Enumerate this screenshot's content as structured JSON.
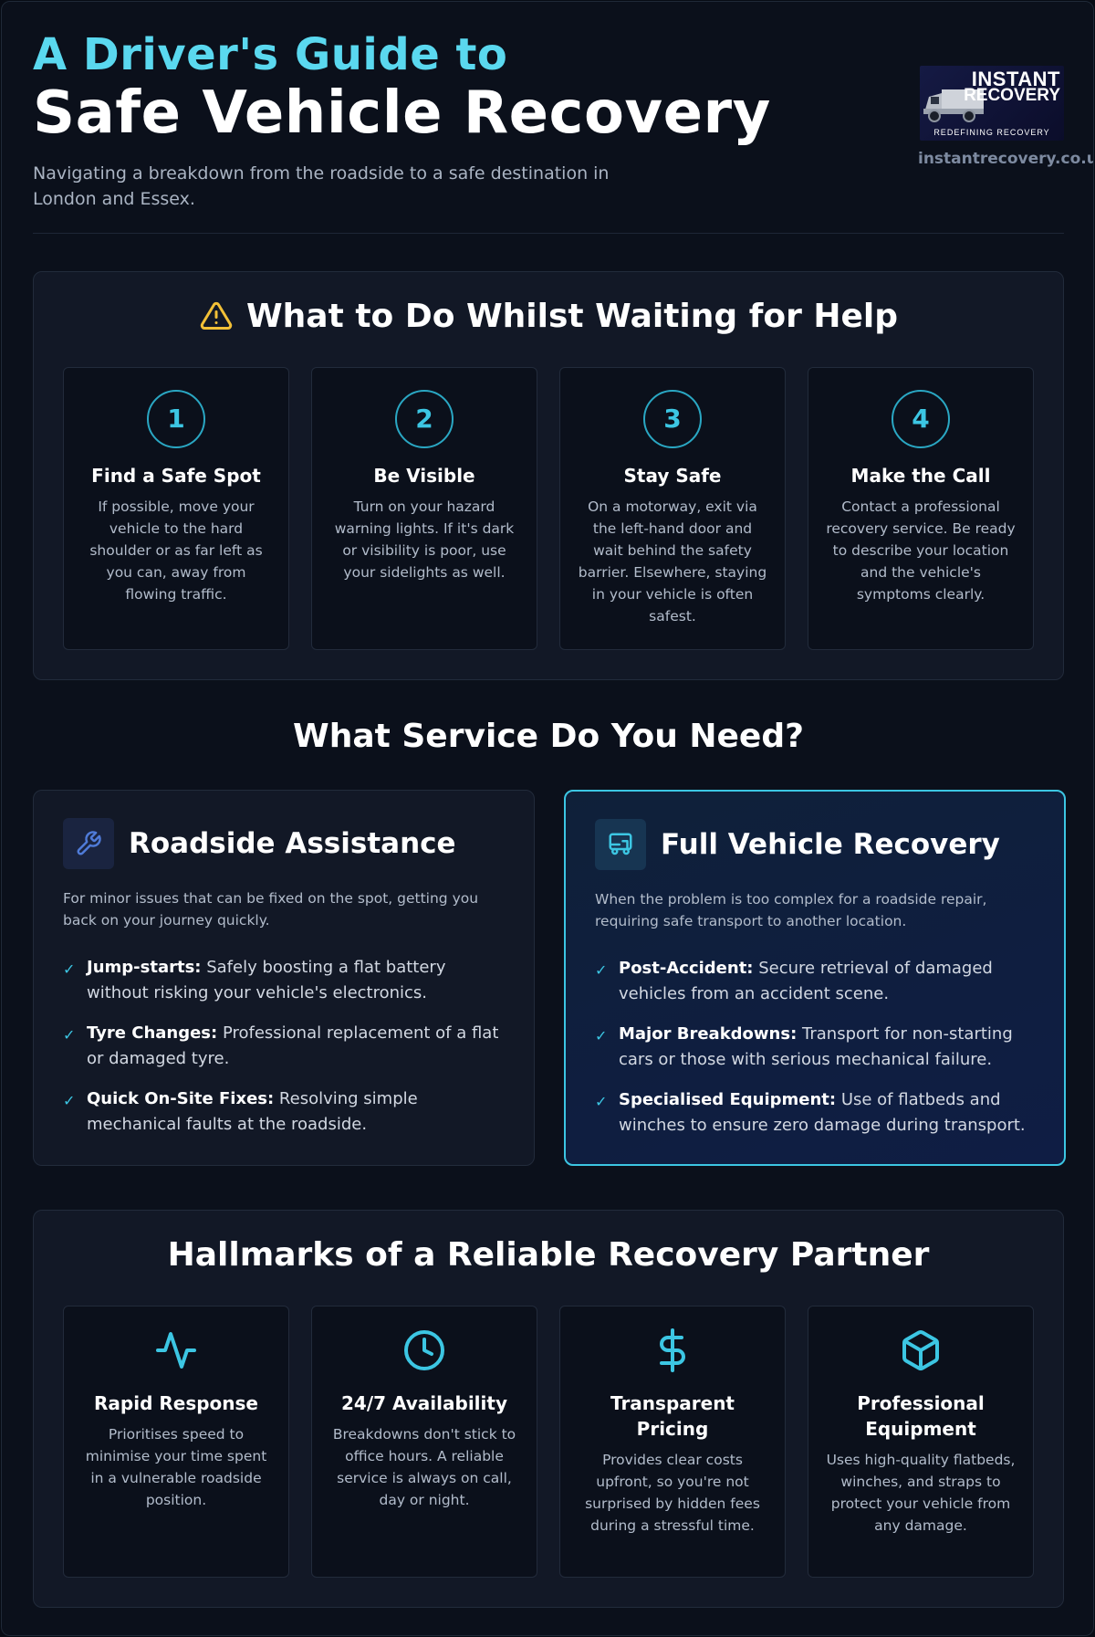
{
  "header": {
    "kicker": "A Driver's Guide to",
    "title": "Safe Vehicle Recovery",
    "subtitle": "Navigating a breakdown from the roadside to a safe destination in London and Essex.",
    "logo_line1": "INSTANT",
    "logo_line2": "RECOVERY",
    "logo_tagline": "REDEFINING RECOVERY",
    "website": "instantrecovery.co.uk"
  },
  "waiting": {
    "title": "What to Do Whilst Waiting for Help",
    "icon": "warning-triangle-icon",
    "steps": [
      {
        "number": "1",
        "title": "Find a Safe Spot",
        "text": "If possible, move your vehicle to the hard shoulder or as far left as you can, away from flowing traffic."
      },
      {
        "number": "2",
        "title": "Be Visible",
        "text": "Turn on your hazard warning lights. If it's dark or visibility is poor, use your sidelights as well."
      },
      {
        "number": "3",
        "title": "Stay Safe",
        "text": "On a motorway, exit via the left-hand door and wait behind the safety barrier. Elsewhere, staying in your vehicle is often safest."
      },
      {
        "number": "4",
        "title": "Make the Call",
        "text": "Contact a professional recovery service. Be ready to describe your location and the vehicle's symptoms clearly."
      }
    ]
  },
  "services": {
    "heading": "What Service Do You Need?",
    "roadside": {
      "icon": "wrench-icon",
      "title": "Roadside Assistance",
      "description": "For minor issues that can be fixed on the spot, getting you back on your journey quickly.",
      "items": [
        {
          "label": "Jump-starts:",
          "text": " Safely boosting a flat battery without risking your vehicle's electronics."
        },
        {
          "label": "Tyre Changes:",
          "text": " Professional replacement of a flat or damaged tyre."
        },
        {
          "label": "Quick On-Site Fixes:",
          "text": " Resolving simple mechanical faults at the roadside."
        }
      ]
    },
    "recovery": {
      "icon": "tow-truck-icon",
      "title": "Full Vehicle Recovery",
      "description": "When the problem is too complex for a roadside repair, requiring safe transport to another location.",
      "items": [
        {
          "label": "Post-Accident:",
          "text": " Secure retrieval of damaged vehicles from an accident scene."
        },
        {
          "label": "Major Breakdowns:",
          "text": " Transport for non-starting cars or those with serious mechanical failure."
        },
        {
          "label": "Specialised Equipment:",
          "text": " Use of flatbeds and winches to ensure zero damage during transport."
        }
      ]
    }
  },
  "hallmarks": {
    "title": "Hallmarks of a Reliable Recovery Partner",
    "items": [
      {
        "icon": "activity-pulse-icon",
        "title": "Rapid Response",
        "text": "Prioritises speed to minimise your time spent in a vulnerable roadside position."
      },
      {
        "icon": "clock-icon",
        "title": "24/7 Availability",
        "text": "Breakdowns don't stick to office hours. A reliable service is always on call, day or night."
      },
      {
        "icon": "dollar-icon",
        "title": "Transparent Pricing",
        "text": "Provides clear costs upfront, so you're not surprised by hidden fees during a stressful time."
      },
      {
        "icon": "box-icon",
        "title": "Professional Equipment",
        "text": "Uses high-quality flatbeds, winches, and straps to protect your vehicle from any damage."
      }
    ]
  },
  "colors": {
    "accent": "#3cc6e3",
    "kicker": "#5ad8ef",
    "warning": "#f2c037",
    "background": "#0b101b",
    "panel": "#121826"
  }
}
